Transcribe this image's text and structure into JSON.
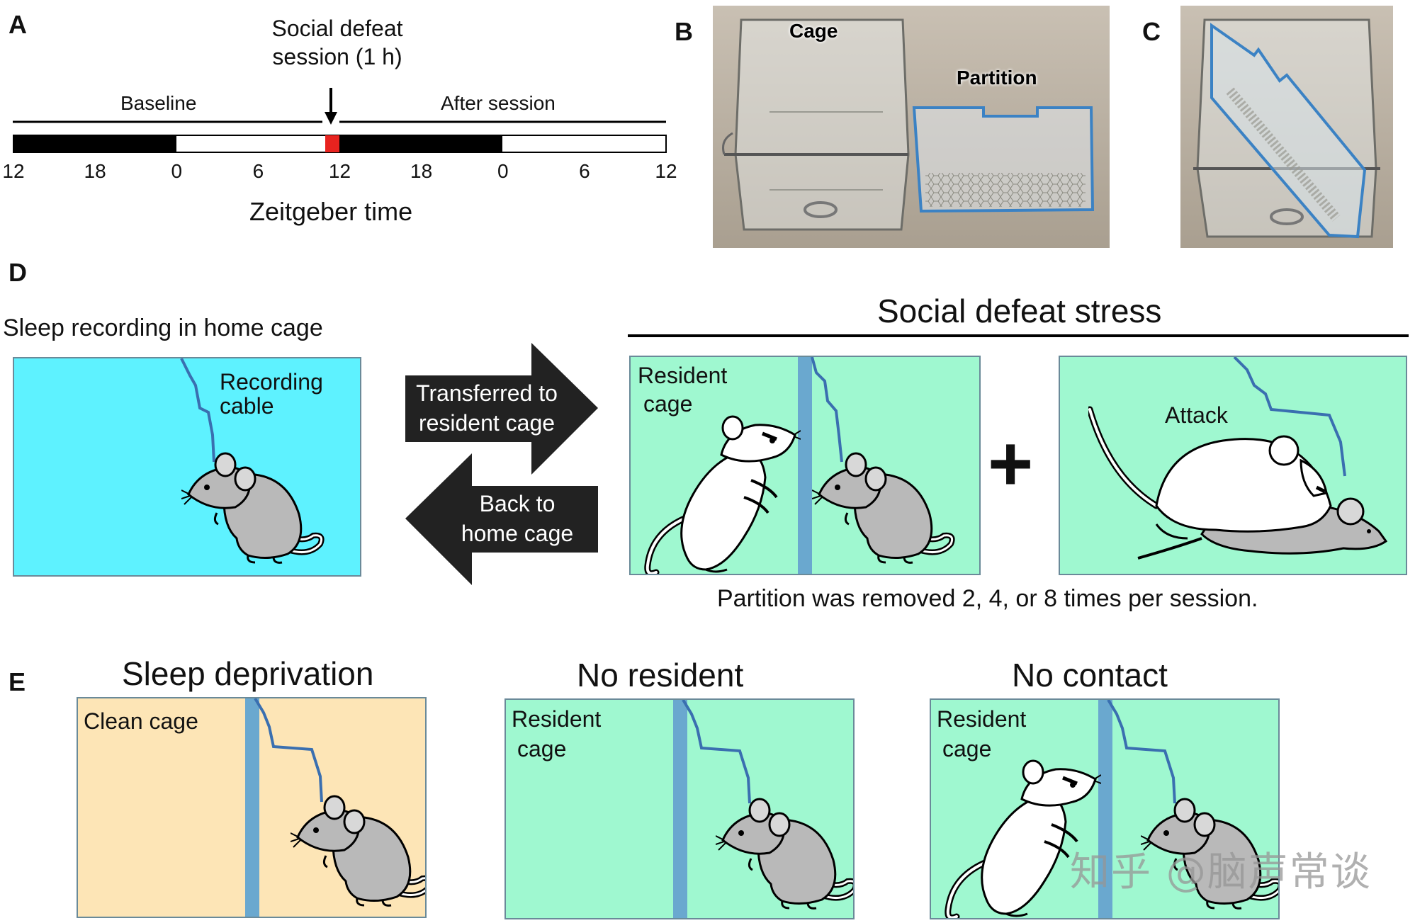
{
  "panels": {
    "a": "A",
    "b": "B",
    "c": "C",
    "d": "D",
    "e": "E"
  },
  "timeline": {
    "session_label_1": "Social defeat",
    "session_label_2": "session (1 h)",
    "baseline": "Baseline",
    "after": "After session",
    "ticks": [
      "12",
      "18",
      "0",
      "6",
      "12",
      "18",
      "0",
      "6",
      "12"
    ],
    "axis_label": "Zeitgeber  time"
  },
  "photos": {
    "cage": "Cage",
    "partition": "Partition"
  },
  "panel_d": {
    "home_title": "Sleep  recording  in  home  cage",
    "recording_cable_1": "Recording",
    "recording_cable_2": "cable",
    "arrow_forward_1": "Transferred to",
    "arrow_forward_2": "resident cage",
    "arrow_back_1": "Back to",
    "arrow_back_2": "home cage",
    "stress_title": "Social defeat stress",
    "resident_cage_1": "Resident",
    "resident_cage_2": "cage",
    "attack": "Attack",
    "plus": "+",
    "footnote": "Partition  was  removed  2,  4,  or  8  times  per  session."
  },
  "panel_e": {
    "sleep_dep_title": "Sleep deprivation",
    "clean_cage": "Clean cage",
    "no_resident_title": "No resident",
    "no_contact_title": "No contact",
    "resident_cage_1": "Resident",
    "resident_cage_2": "cage"
  },
  "watermark": "知乎 @脑声常谈",
  "colors": {
    "home_cage": "#5ef2ff",
    "resident_cage": "#9ff8d0",
    "clean_cage": "#fde5b6",
    "partition": "#6aa8cf",
    "session_marker": "#e8231f",
    "dark_phase": "#000000",
    "mouse_grey": "#b9b9b9",
    "mouse_white": "#ffffff",
    "cable": "#3a6fb0"
  }
}
